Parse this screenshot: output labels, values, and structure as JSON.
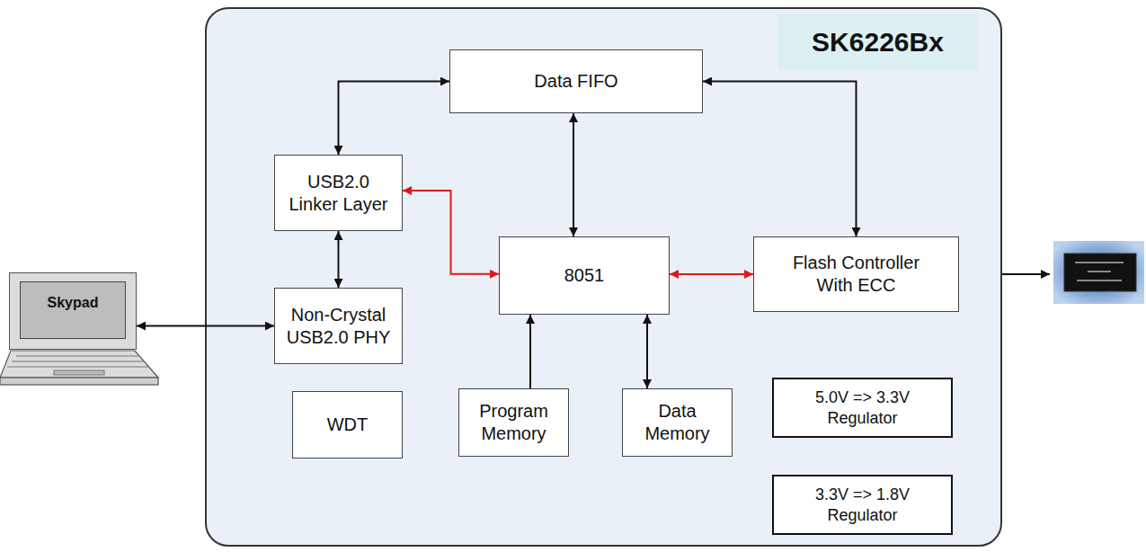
{
  "diagram": {
    "nodes": [
      {
        "text": [
          "SK6226Bx"
        ]
      },
      {
        "text": [
          "Data FIFO"
        ],
        "in": 0
      },
      {
        "text": [
          "USB2.0 Linker Layer"
        ],
        "in": 0
      },
      {
        "text": [
          "8051"
        ],
        "in": 0
      },
      {
        "text": [
          "Flash Controller With ECC"
        ],
        "in": 0
      },
      {
        "text": [
          "Non-Crystal USB2.0 PHY"
        ],
        "in": 0
      },
      {
        "text": [
          "WDT"
        ],
        "in": 0
      },
      {
        "text": [
          "Program Memory"
        ],
        "in": 0
      },
      {
        "text": [
          "Data Memory"
        ],
        "in": 0
      },
      {
        "text": [
          "5.0V => 3.3V Regulator"
        ],
        "in": 0
      },
      {
        "text": [
          "3.3V => 1.8V Regulator"
        ],
        "in": 0
      },
      {
        "text": [
          "Skypad"
        ]
      }
    ],
    "edges": [
      {
        "from": 1,
        "to": 2,
        "arrow": "both"
      },
      {
        "from": 1,
        "to": 3,
        "arrow": "both"
      },
      {
        "from": 1,
        "to": 4,
        "arrow": "both"
      },
      {
        "from": 2,
        "to": 3,
        "arrow": "both"
      },
      {
        "from": 3,
        "to": 4,
        "arrow": "both"
      },
      {
        "from": 2,
        "to": 5,
        "arrow": "both"
      },
      {
        "from": 11,
        "to": 5,
        "arrow": "both"
      },
      {
        "from": 7,
        "to": 3,
        "arrow": "to"
      },
      {
        "from": 8,
        "to": 3,
        "arrow": "both"
      }
    ]
  }
}
